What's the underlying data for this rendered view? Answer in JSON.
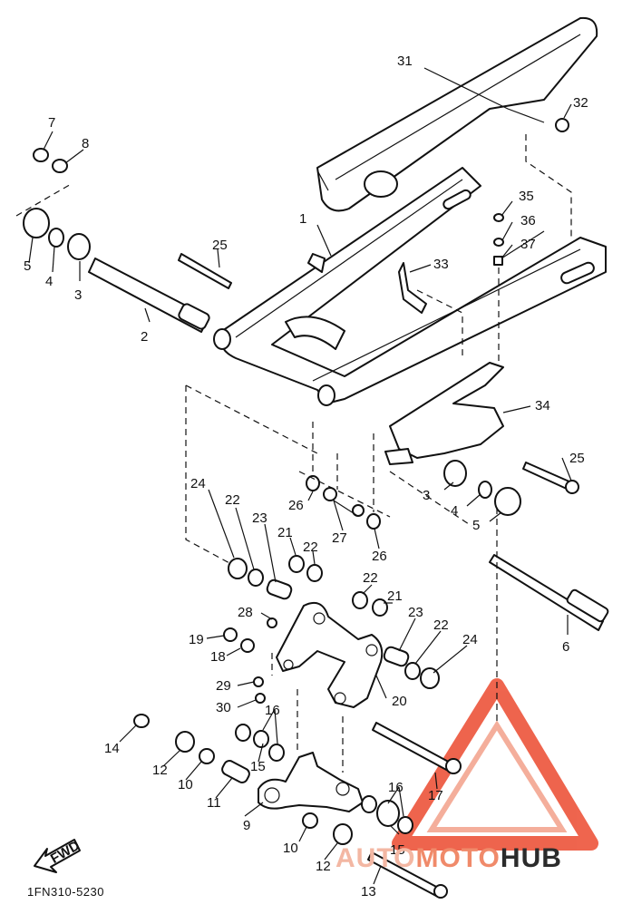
{
  "diagram_code": "1FN310-5230",
  "front_marker": "FWD",
  "watermark": {
    "part1": "AUTO",
    "part2": "MOTO",
    "part3": "HUB",
    "color_auto": "#f3b7a3",
    "color_moto": "#f08a6a",
    "color_hub": "#2b2b2b",
    "triangle_color": "#ec4a2f"
  },
  "labels": {
    "l1": "1",
    "l2": "2",
    "l3a": "3",
    "l3b": "3",
    "l4a": "4",
    "l4b": "4",
    "l5a": "5",
    "l5b": "5",
    "l6": "6",
    "l7": "7",
    "l8": "8",
    "l9": "9",
    "l10a": "10",
    "l10b": "10",
    "l11": "11",
    "l12a": "12",
    "l12b": "12",
    "l13": "13",
    "l14": "14",
    "l15a": "15",
    "l15b": "15",
    "l16a": "16",
    "l16b": "16",
    "l17": "17",
    "l18": "18",
    "l19": "19",
    "l20": "20",
    "l21a": "21",
    "l21b": "21",
    "l22a": "22",
    "l22b": "22",
    "l22c": "22",
    "l22d": "22",
    "l23a": "23",
    "l23b": "23",
    "l24a": "24",
    "l24b": "24",
    "l25a": "25",
    "l25b": "25",
    "l26a": "26",
    "l26b": "26",
    "l27": "27",
    "l28": "28",
    "l29": "29",
    "l30": "30",
    "l31": "31",
    "l32": "32",
    "l33": "33",
    "l34": "34",
    "l35": "35",
    "l36": "36",
    "l37": "37"
  }
}
